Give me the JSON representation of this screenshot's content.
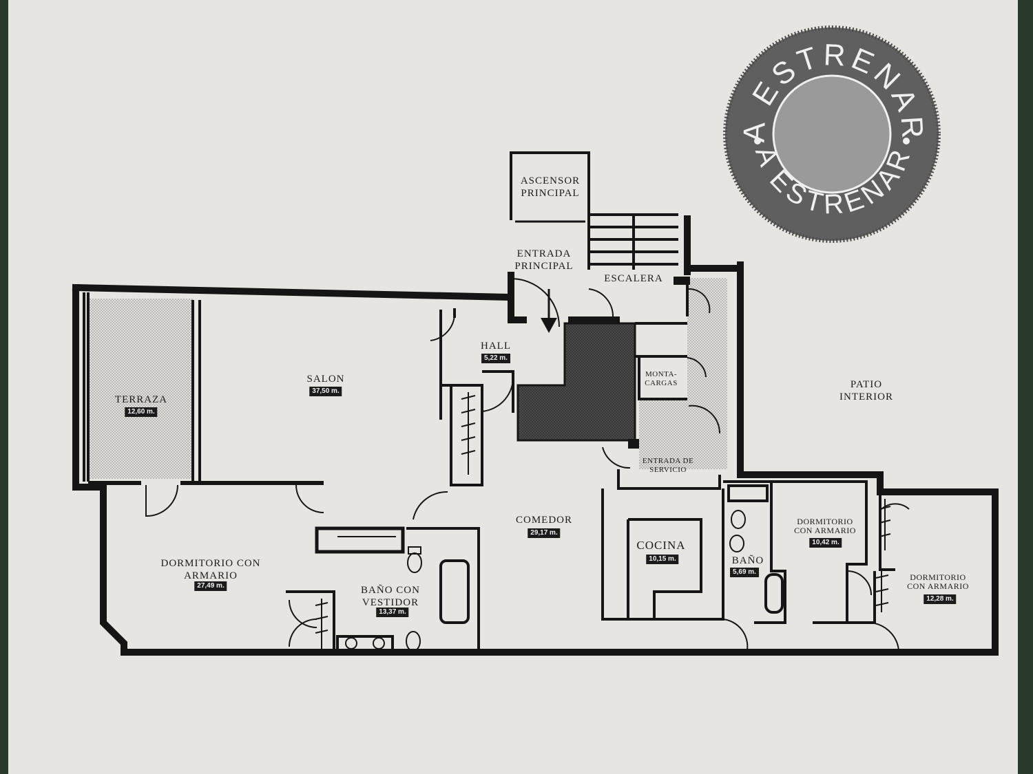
{
  "stamp": {
    "top_text": "A ESTRENAR",
    "bottom_text": "A ESTRENAR",
    "colors": {
      "ring": "#5f5f5f",
      "center": "#9a9a9a",
      "text": "#f0f0f0"
    }
  },
  "rooms": {
    "ascensor": {
      "label": "ASCENSOR\nPRINCIPAL"
    },
    "entrada_principal": {
      "label": "ENTRADA\nPRINCIPAL"
    },
    "escalera": {
      "label": "ESCALERA"
    },
    "hall": {
      "label": "HALL",
      "area": "5,22 m."
    },
    "salon": {
      "label": "SALON",
      "area": "37,50 m."
    },
    "terraza": {
      "label": "TERRAZA",
      "area": "12,60 m."
    },
    "montacargas": {
      "label": "MONTA-\nCARGAS"
    },
    "patio": {
      "label": "PATIO\nINTERIOR"
    },
    "entrada_servicio": {
      "label": "ENTRADA DE\nSERVICIO"
    },
    "comedor": {
      "label": "COMEDOR",
      "area": "29,17 m."
    },
    "dormitorio_principal": {
      "label": "DORMITORIO CON\nARMARIO",
      "area": "27,49 m."
    },
    "bano_vestidor": {
      "label": "BAÑO CON\nVESTIDOR",
      "area": "13,37 m."
    },
    "cocina": {
      "label": "COCINA",
      "area": "10,15 m."
    },
    "bano": {
      "label": "BAÑO",
      "area": "5,69 m."
    },
    "dormitorio_2": {
      "label": "DORMITORIO\nCON ARMARIO",
      "area": "10,42 m."
    },
    "dormitorio_3": {
      "label": "DORMITORIO\nCON ARMARIO",
      "area": "12,28 m."
    }
  },
  "colors": {
    "wall": "#151515",
    "paper": "#e7e5e1",
    "hatch_light": "#cfcdc9",
    "hatch_dark": "#3f3f3f"
  }
}
